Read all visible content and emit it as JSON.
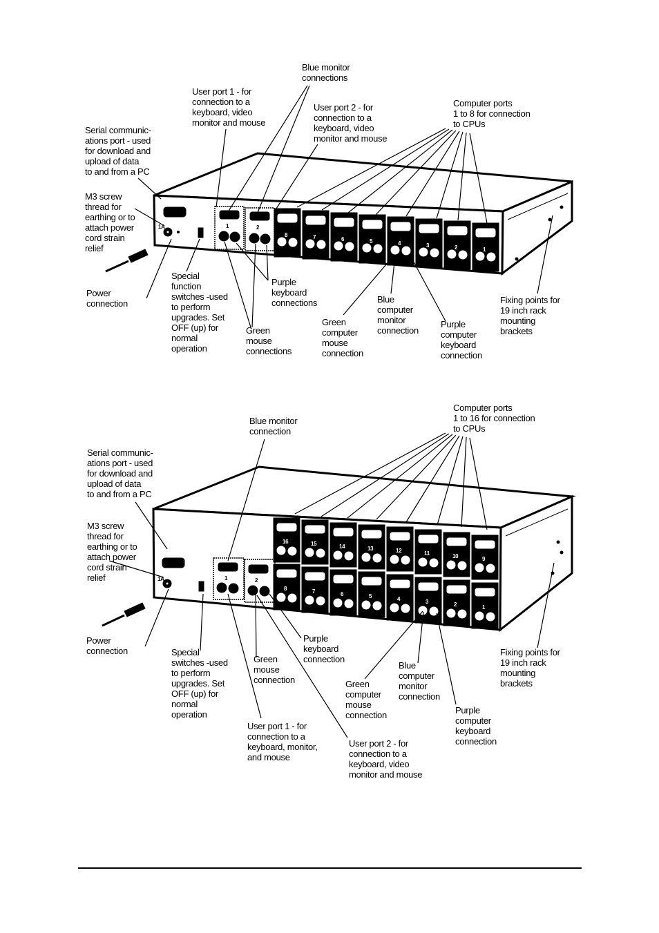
{
  "diagram1": {
    "blue_monitor": "Blue monitor\nconnections",
    "user_port_1": "User port 1 - for\nconnection to a\nkeyboard, video\nmonitor and mouse",
    "user_port_2": "User port 2 - for\nconnection to a\nkeyboard, video\nmonitor and mouse",
    "computer_ports": "Computer ports\n1 to 8 for connection\nto CPUs",
    "serial_port": "Serial communic-\nations port - used\nfor download and\nupload of data\nto and from a PC",
    "m3_screw": "M3 screw\nthread for\nearthing or to\nattach power\ncord strain\nrelief",
    "power": "Power\nconnection",
    "special_switches": "Special\nfunction\nswitches -used\nto perform\nupgrades. Set\nOFF (up) for\nnormal\noperation",
    "green_mouse": "Green\nmouse\nconnections",
    "purple_keyboard": "Purple\nkeyboard\nconnections",
    "green_computer_mouse": "Green\ncomputer\nmouse\nconnection",
    "blue_computer_monitor": "Blue\ncomputer\nmonitor\nconnection",
    "purple_computer_keyboard": "Purple\ncomputer\nkeyboard\nconnection",
    "fixing_points": "Fixing points for\n19 inch rack\nmounting\nbrackets",
    "port_numbers": [
      "8",
      "7",
      "6",
      "5",
      "4",
      "3",
      "2",
      "1"
    ],
    "user_port_numbers": [
      "1",
      "2"
    ],
    "fuse_label": "1A"
  },
  "diagram2": {
    "computer_ports": "Computer ports\n1 to 16 for connection\nto CPUs",
    "blue_monitor": "Blue monitor\nconnection",
    "serial_port": "Serial communic-\nations port - used\nfor download and\nupload of data\nto and from a PC",
    "m3_screw": "M3 screw\nthread for\nearthing or to\nattach power\ncord strain\nrelief",
    "power": "Power\nconnection",
    "special_switches": "Special\nswitches -used\nto perform\nupgrades. Set\nOFF (up) for\nnormal\noperation",
    "green_mouse": "Green\nmouse\nconnection",
    "purple_keyboard": "Purple\nkeyboard\nconnection",
    "green_computer_mouse": "Green\ncomputer\nmouse\nconnection",
    "blue_computer_monitor": "Blue\ncomputer\nmonitor\nconnection",
    "purple_computer_keyboard": "Purple\ncomputer\nkeyboard\nconnection",
    "fixing_points": "Fixing points for\n19 inch rack\nmounting\nbrackets",
    "user_port_1": "User port 1 - for\nconnection to a\nkeyboard, monitor,\nand mouse",
    "user_port_2": "User port 2 - for\nconnection to a\nkeyboard, video\nmonitor and mouse",
    "top_port_numbers": [
      "16",
      "15",
      "14",
      "13",
      "12",
      "11",
      "10",
      "9"
    ],
    "bottom_port_numbers": [
      "8",
      "7",
      "6",
      "5",
      "4",
      "3",
      "2",
      "1"
    ],
    "user_port_numbers": [
      "1",
      "2"
    ],
    "fuse_label": "1A"
  }
}
